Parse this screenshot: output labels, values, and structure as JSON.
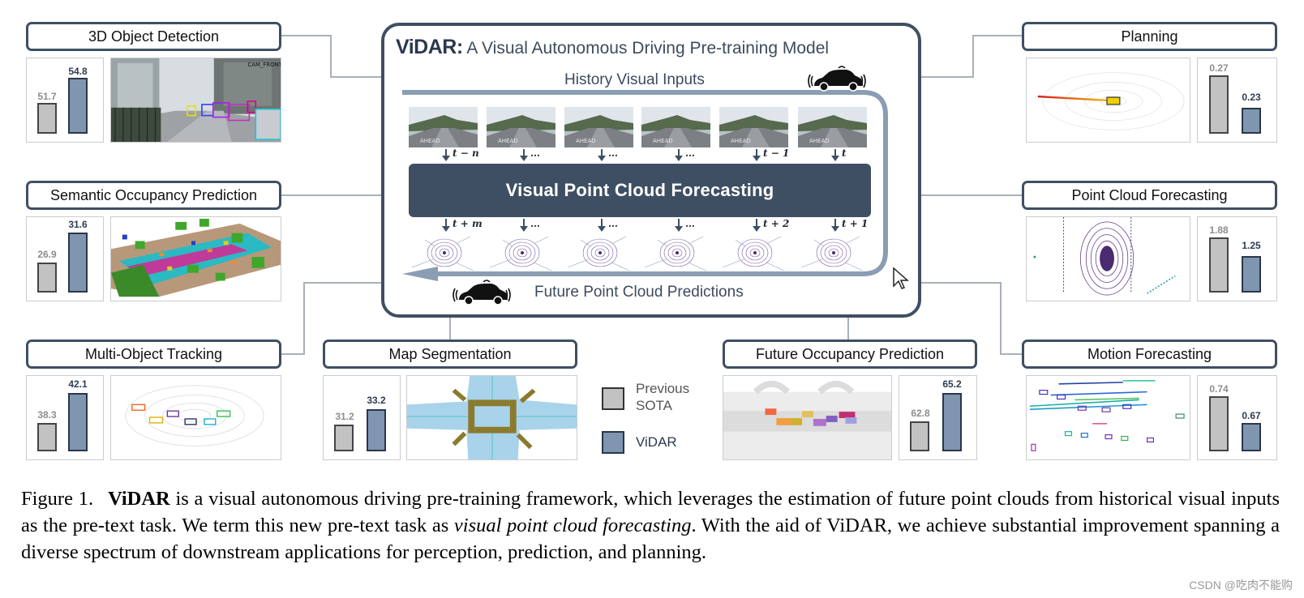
{
  "center": {
    "title_brand": "ViDAR:",
    "title_rest": "A Visual Autonomous Driving Pre-training Model",
    "history_label": "History Visual Inputs",
    "future_label": "Future Point Cloud Predictions",
    "forecast_label": "Visual Point Cloud Forecasting",
    "input_time_labels": [
      "t − n",
      "…",
      "…",
      "…",
      "t − 1",
      "t"
    ],
    "output_time_labels": [
      "t + m",
      "…",
      "…",
      "…",
      "t + 2",
      "t + 1"
    ]
  },
  "tasks": [
    {
      "title": "3D Object Detection",
      "prev": "51.7",
      "vidar": "54.8",
      "prev_value": 51.7,
      "vidar_value": 54.8,
      "image": "camera-detection-image"
    },
    {
      "title": "Semantic Occupancy Prediction",
      "prev": "26.9",
      "vidar": "31.6",
      "prev_value": 26.9,
      "vidar_value": 31.6,
      "image": "semantic-occupancy-image"
    },
    {
      "title": "Multi-Object Tracking",
      "prev": "38.3",
      "vidar": "42.1",
      "prev_value": 38.3,
      "vidar_value": 42.1,
      "image": "tracking-image"
    },
    {
      "title": "Map Segmentation",
      "prev": "31.2",
      "vidar": "33.2",
      "prev_value": 31.2,
      "vidar_value": 33.2,
      "image": "map-segmentation-image"
    },
    {
      "title": "Future Occupancy Prediction",
      "prev": "62.8",
      "vidar": "65.2",
      "prev_value": 62.8,
      "vidar_value": 65.2,
      "image": "future-occupancy-image"
    },
    {
      "title": "Planning",
      "prev": "0.27",
      "vidar": "0.23",
      "prev_value": 0.27,
      "vidar_value": 0.23,
      "image": "planning-image"
    },
    {
      "title": "Point Cloud Forecasting",
      "prev": "1.88",
      "vidar": "1.25",
      "prev_value": 1.88,
      "vidar_value": 1.25,
      "image": "point-cloud-image"
    },
    {
      "title": "Motion Forecasting",
      "prev": "0.74",
      "vidar": "0.67",
      "prev_value": 0.74,
      "vidar_value": 0.67,
      "image": "motion-forecasting-image"
    }
  ],
  "legend": {
    "previous_line1": "Previous",
    "previous_line2": "SOTA",
    "vidar": "ViDAR"
  },
  "caption": {
    "label": "Figure 1.",
    "bold": "ViDAR",
    "part1": " is a visual autonomous driving pre-training framework, which leverages the estimation of future point clouds from historical visual inputs as the pre-text task. We term this new pre-text task as ",
    "italic": "visual point cloud forecasting",
    "part2": ". With the aid of ViDAR, we achieve substantial improvement spanning a diverse spectrum of downstream applications for perception, prediction, and planning."
  },
  "watermark": "CSDN @吃肉不能购",
  "colors": {
    "frame": "#3f4f63",
    "previous_bar": "#c2c2c2",
    "vidar_bar": "#8095b0",
    "loop_arrow": "#8a9db3"
  }
}
